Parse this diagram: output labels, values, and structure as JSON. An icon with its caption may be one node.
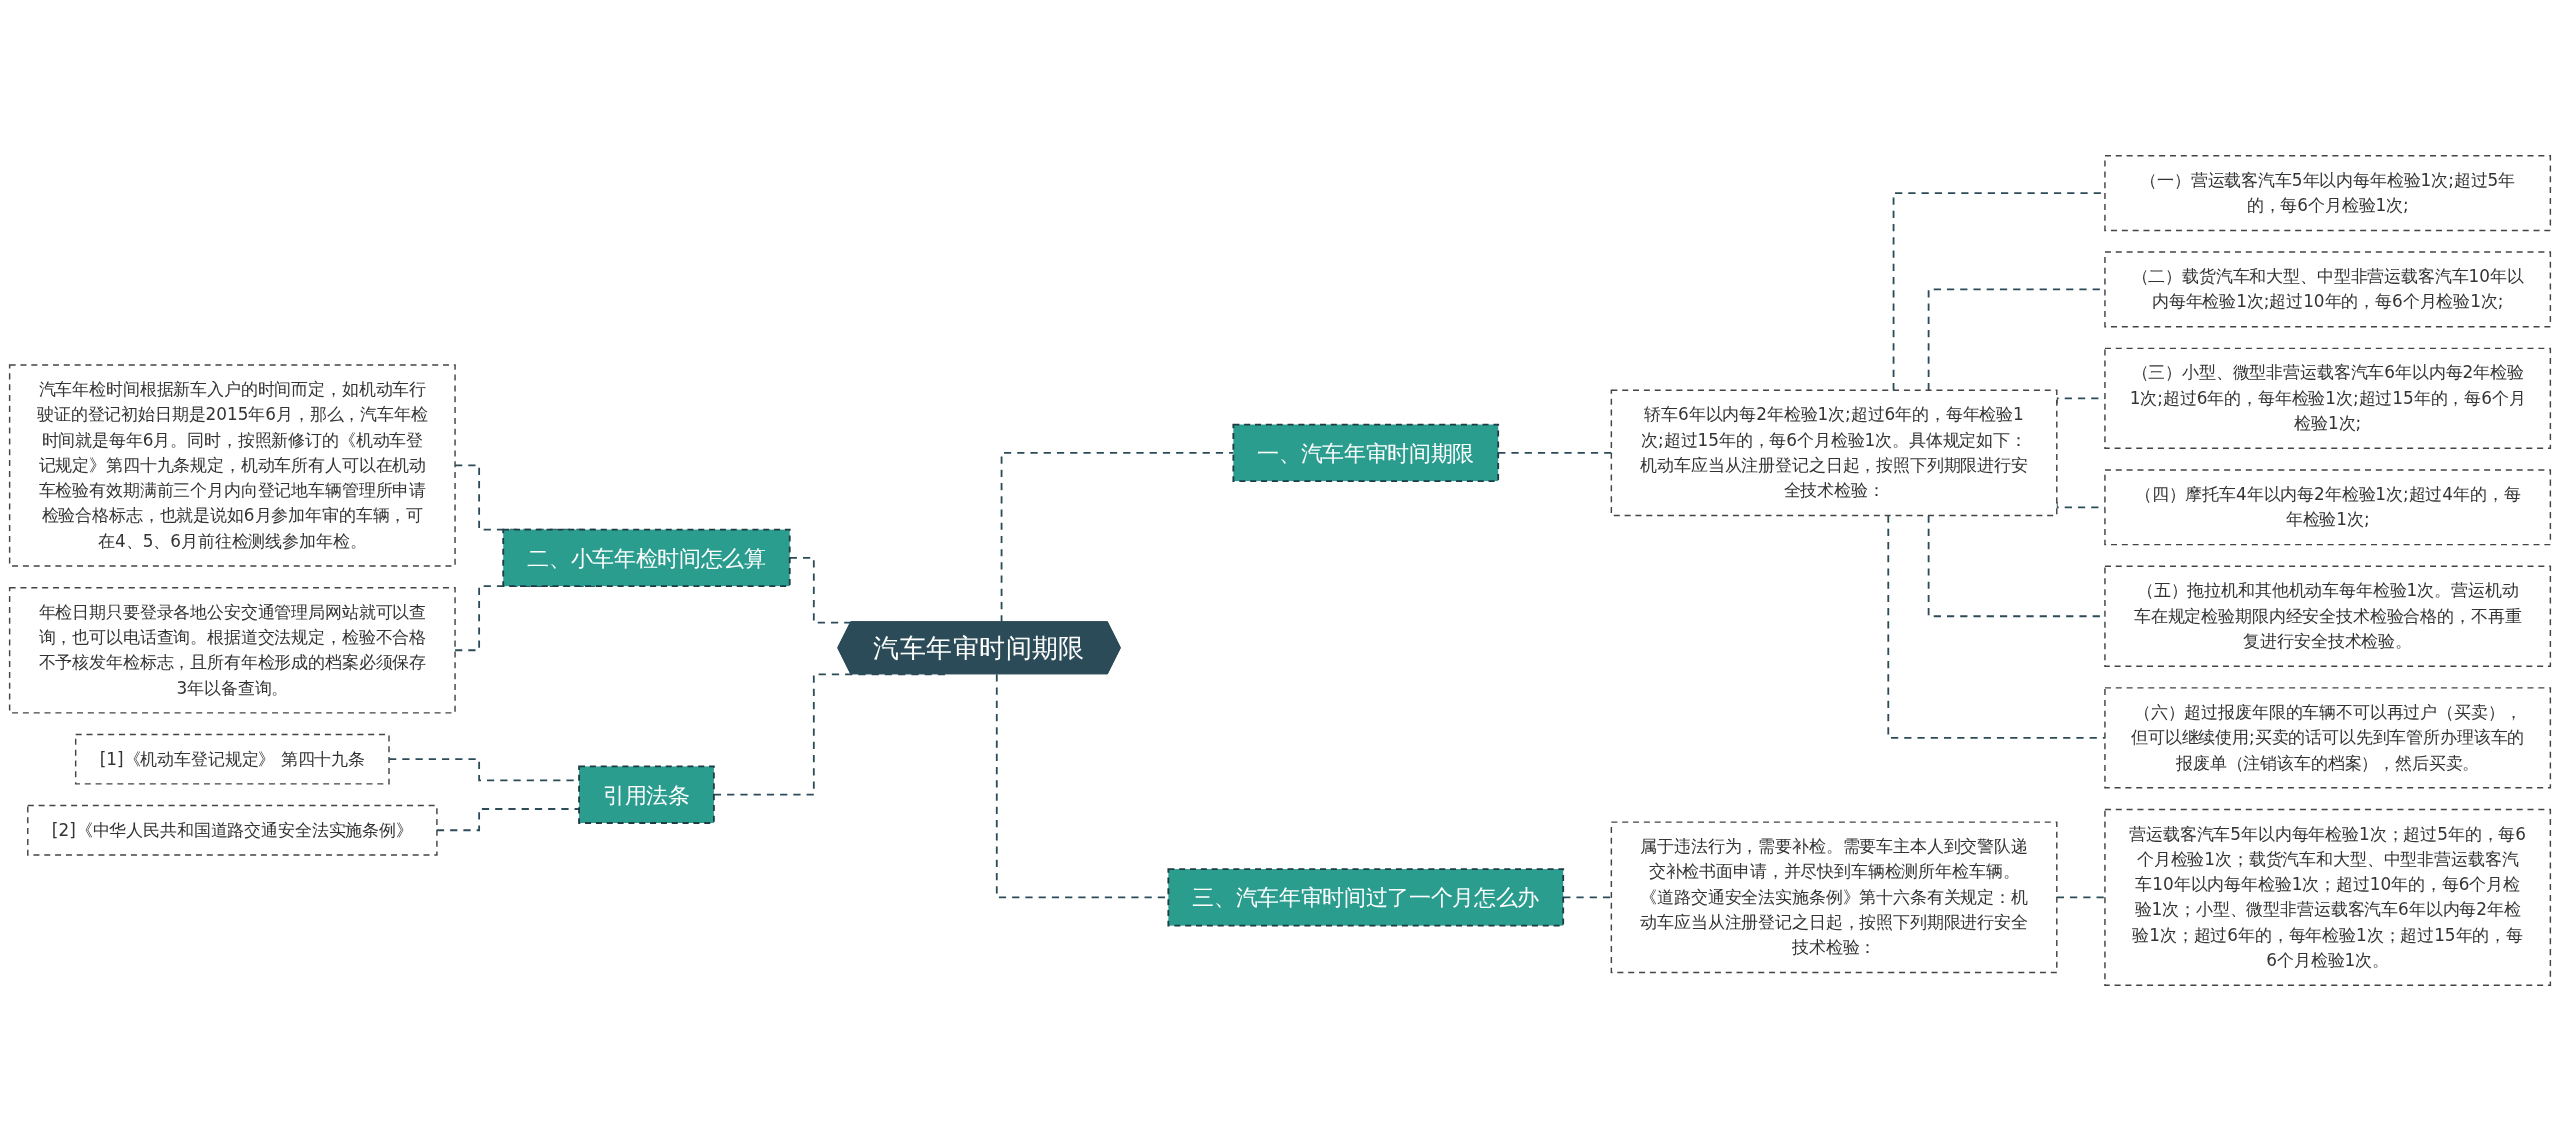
{
  "diagram": {
    "nodes": [
      {
        "text": [
          "汽车年审时间期限"
        ]
      },
      {
        "text": [
          "一、汽车年审时间期限"
        ]
      },
      {
        "text": [
          "轿车6年以内每2年检验1次;超过6年的，每年检验1次;超过15年的，每6个月检验1次。具体规定如下：机动车应当从注册登记之日起，按照下列期限进行安全技术检验："
        ]
      },
      {
        "text": [
          "（一）营运载客汽车5年以内每年检验1次;超过5年的，每6个月检验1次;"
        ]
      },
      {
        "text": [
          "（二）载货汽车和大型、中型非营运载客汽车10年以内每年检验1次;超过10年的，每6个月检验1次;"
        ]
      },
      {
        "text": [
          "（三）小型、微型非营运载客汽车6年以内每2年检验1次;超过6年的，每年检验1次;超过15年的，每6个月检验1次;"
        ]
      },
      {
        "text": [
          "（四）摩托车4年以内每2年检验1次;超过4年的，每年检验1次;"
        ]
      },
      {
        "text": [
          "（五）拖拉机和其他机动车每年检验1次。营运机动车在规定检验期限内经安全技术检验合格的，不再重复进行安全技术检验。"
        ]
      },
      {
        "text": [
          "（六）超过报废年限的车辆不可以再过户（买卖），但可以继续使用;买卖的话可以先到车管所办理该车的报废单（注销该车的档案），然后买卖。"
        ]
      },
      {
        "text": [
          "二、小车年检时间怎么算"
        ]
      },
      {
        "text": [
          "汽车年检时间根据新车入户的时间而定，如机动车行驶证的登记初始日期是2015年6月，那么，汽车年检时间就是每年6月。同时，按照新修订的《机动车登记规定》第四十九条规定，机动车所有人可以在机动车检验有效期满前三个月内向登记地车辆管理所申请检验合格标志，也就是说如6月参加年审的车辆，可在4、5、6月前往检测线参加年检。"
        ]
      },
      {
        "text": [
          "年检日期只要登录各地公安交通管理局网站就可以查询，也可以电话查询。根据道交法规定，检验不合格不予核发年检标志，且所有年检形成的档案必须保存3年以备查询。"
        ]
      },
      {
        "text": [
          "引用法条"
        ]
      },
      {
        "text": [
          "[1]《机动车登记规定》 第四十九条"
        ]
      },
      {
        "text": [
          "[2]《中华人民共和国道路交通安全法实施条例》"
        ]
      },
      {
        "text": [
          "三、汽车年审时间过了一个月怎么办"
        ]
      },
      {
        "text": [
          "属于违法行为，需要补检。需要车主本人到交警队递交补检书面申请，并尽快到车辆检测所年检车辆。《道路交通安全法实施条例》第十六条有关规定：机动车应当从注册登记之日起，按照下列期限进行安全技术检验："
        ]
      },
      {
        "text": [
          "营运载客汽车5年以内每年检验1次；超过5年的，每6个月检验1次；载货汽车和大型、中型非营运载客汽车10年以内每年检验1次；超过10年的，每6个月检验1次；小型、微型非营运载客汽车6年以内每2年检验1次；超过6年的，每年检验1次；超过15年的，每6个月检验1次。"
        ]
      }
    ],
    "edges": [
      {
        "from": 0,
        "to": 1,
        "arrow": "none",
        "style": "dashed"
      },
      {
        "from": 1,
        "to": 2,
        "arrow": "none",
        "style": "dashed"
      },
      {
        "from": 2,
        "to": 3,
        "arrow": "none",
        "style": "dashed"
      },
      {
        "from": 2,
        "to": 4,
        "arrow": "none",
        "style": "dashed"
      },
      {
        "from": 2,
        "to": 5,
        "arrow": "none",
        "style": "dashed"
      },
      {
        "from": 2,
        "to": 6,
        "arrow": "none",
        "style": "dashed"
      },
      {
        "from": 2,
        "to": 7,
        "arrow": "none",
        "style": "dashed"
      },
      {
        "from": 2,
        "to": 8,
        "arrow": "none",
        "style": "dashed"
      },
      {
        "from": 0,
        "to": 9,
        "arrow": "none",
        "style": "dashed"
      },
      {
        "from": 9,
        "to": 10,
        "arrow": "none",
        "style": "dashed"
      },
      {
        "from": 9,
        "to": 11,
        "arrow": "none",
        "style": "dashed"
      },
      {
        "from": 0,
        "to": 12,
        "arrow": "none",
        "style": "dashed"
      },
      {
        "from": 12,
        "to": 13,
        "arrow": "none",
        "style": "dashed"
      },
      {
        "from": 12,
        "to": 14,
        "arrow": "none",
        "style": "dashed"
      },
      {
        "from": 0,
        "to": 15,
        "arrow": "none",
        "style": "dashed"
      },
      {
        "from": 15,
        "to": 16,
        "arrow": "none",
        "style": "dashed"
      },
      {
        "from": 16,
        "to": 17,
        "arrow": "none",
        "style": "dashed"
      }
    ]
  }
}
